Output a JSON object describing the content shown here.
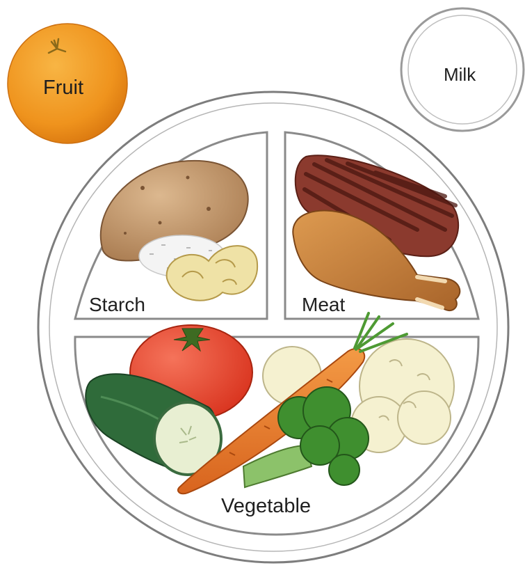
{
  "plate": {
    "fruit_label": "Fruit",
    "milk_label": "Milk",
    "sections": {
      "starch": "Starch",
      "meat": "Meat",
      "vegetable": "Vegetable"
    }
  },
  "colors": {
    "plate_outline": "#8a8a8a",
    "fruit": "#f29a1f",
    "potato": "#c49a6c",
    "steak": "#8b3a2e",
    "chicken": "#c7843f",
    "tomato": "#e84a2e",
    "cucumber": "#2f6b3a",
    "carrot": "#e9792a",
    "broccoli": "#3f8f2f",
    "cauliflower": "#f3efc9"
  }
}
